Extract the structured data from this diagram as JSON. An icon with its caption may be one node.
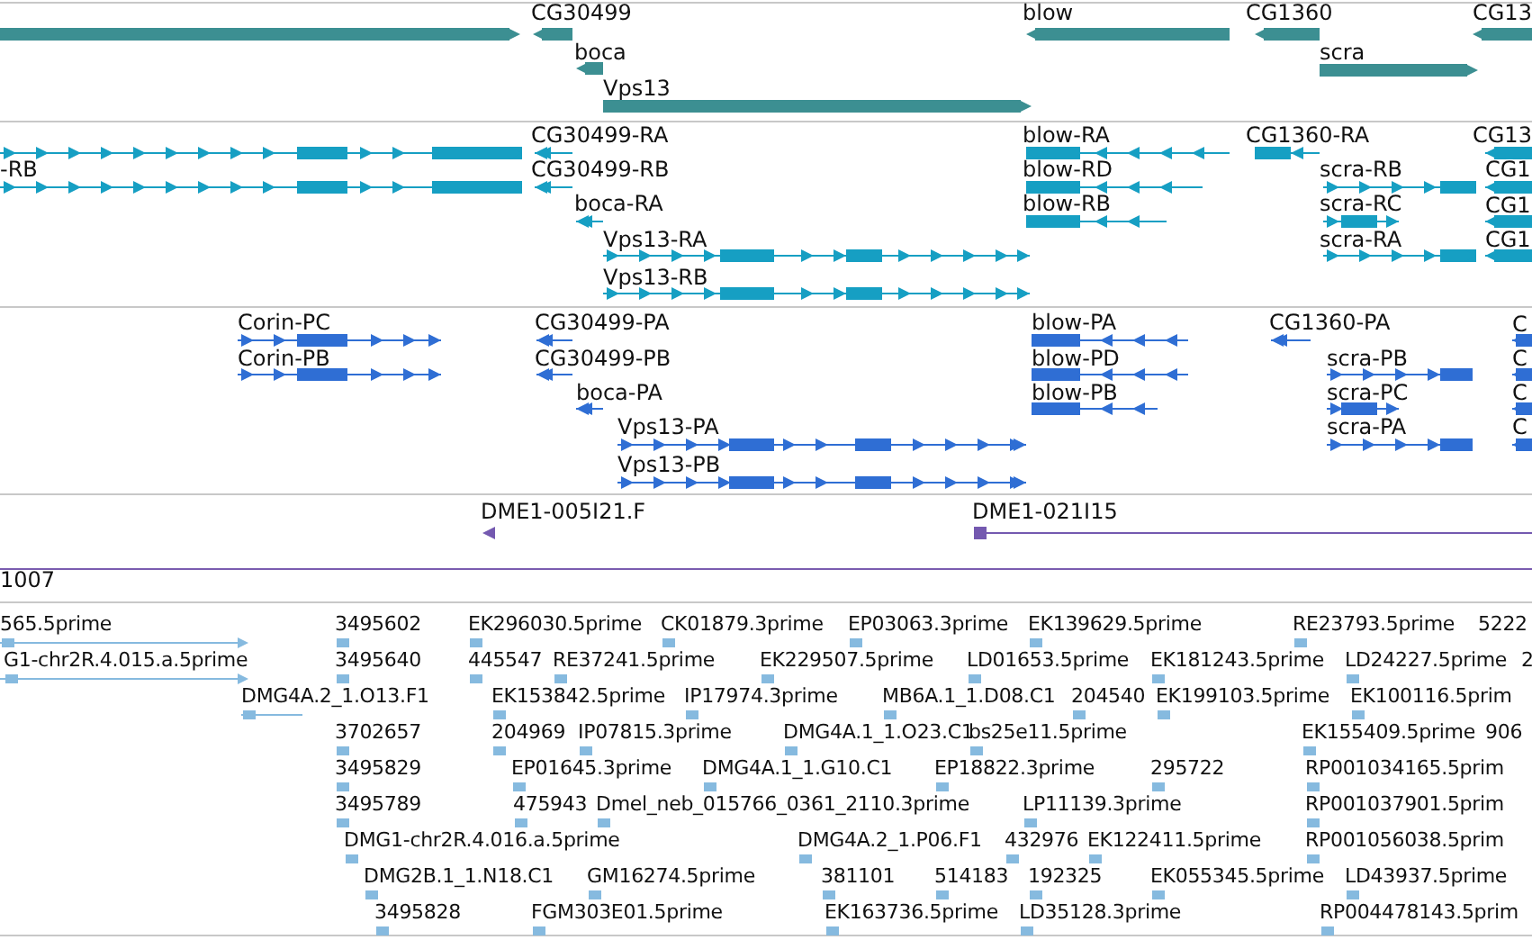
{
  "diagram": {
    "labels": [
      "CG30499",
      "blow",
      "CG1360",
      "CG13",
      "boca",
      "scra",
      "Vps13",
      "CG30499-RA",
      "blow-RA",
      "CG1360-RA",
      "CG13",
      "-RB",
      "CG30499-RB",
      "blow-RD",
      "scra-RB",
      "CG1",
      "boca-RA",
      "blow-RB",
      "scra-RC",
      "CG1",
      "Vps13-RA",
      "scra-RA",
      "CG1",
      "Vps13-RB",
      "Corin-PC",
      "CG30499-PA",
      "blow-PA",
      "CG1360-PA",
      "C",
      "Corin-PB",
      "CG30499-PB",
      "blow-PD",
      "scra-PB",
      "C",
      "boca-PA",
      "blow-PB",
      "scra-PC",
      "C",
      "Vps13-PA",
      "scra-PA",
      "C",
      "Vps13-PB",
      "DME1-005I21.F",
      "DME1-021I15",
      "1007",
      "565.5prime",
      "3495602",
      "EK296030.5prime",
      "CK01879.3prime",
      "EP03063.3prime",
      "EK139629.5prime",
      "RE23793.5prime",
      "5222",
      "G1-chr2R.4.015.a.5prime",
      "3495640",
      "445547",
      "RE37241.5prime",
      "EK229507.5prime",
      "LD01653.5prime",
      "EK181243.5prime",
      "LD24227.5prime",
      "2",
      "DMG4A.2_1.O13.F1",
      "EK153842.5prime",
      "IP17974.3prime",
      "MB6A.1_1.D08.C1",
      "204540",
      "EK199103.5prime",
      "EK100116.5prim",
      "3702657",
      "204969",
      "IP07815.3prime",
      "DMG4A.1_1.O23.C1",
      "bs25e11.5prime",
      "EK155409.5prime",
      "906",
      "3495829",
      "EP01645.3prime",
      "DMG4A.1_1.G10.C1",
      "EP18822.3prime",
      "295722",
      "RP001034165.5prim",
      "3495789",
      "475943",
      "Dmel_neb_015766_0361_2110.3prime",
      "LP11139.3prime",
      "RP001037901.5prim",
      "DMG1-chr2R.4.016.a.5prime",
      "DMG4A.2_1.P06.F1",
      "432976",
      "EK122411.5prime",
      "RP001056038.5prim",
      "DMG2B.1_1.N18.C1",
      "GM16274.5prime",
      "381101",
      "514183",
      "192325",
      "EK055345.5prime",
      "LD43937.5prime",
      "3495828",
      "FGM303E01.5prime",
      "EK163736.5prime",
      "LD35128.3prime",
      "RP004478143.5prim"
    ]
  }
}
